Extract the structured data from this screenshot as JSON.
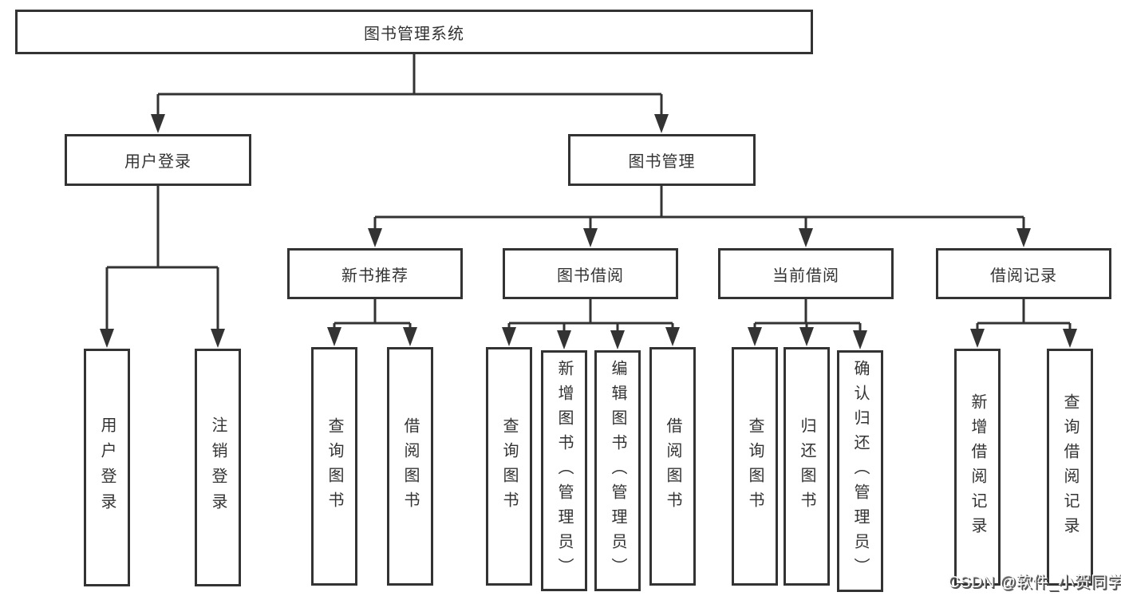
{
  "title": {
    "label": "图书管理系统"
  },
  "branches": {
    "user_login": {
      "label": "用户登录",
      "children": [
        {
          "label": "用户登录"
        },
        {
          "label": "注销登录"
        }
      ]
    },
    "book_management": {
      "label": "图书管理",
      "sections": [
        {
          "label": "新书推荐",
          "children": [
            {
              "label": "查询图书"
            },
            {
              "label": "借阅图书"
            }
          ]
        },
        {
          "label": "图书借阅",
          "children": [
            {
              "label": "查询图书"
            },
            {
              "label": "新增图书（管理员）"
            },
            {
              "label": "编辑图书（管理员）"
            },
            {
              "label": "借阅图书"
            }
          ]
        },
        {
          "label": "当前借阅",
          "children": [
            {
              "label": "查询图书"
            },
            {
              "label": "归还图书"
            },
            {
              "label": "确认归还（管理员）"
            }
          ]
        },
        {
          "label": "借阅记录",
          "children": [
            {
              "label": "新增借阅记录"
            },
            {
              "label": "查询借阅记录"
            }
          ]
        }
      ]
    }
  },
  "watermark": {
    "text": "CSDN @软件_小贺同学"
  },
  "colors": {
    "line": "#333333",
    "text": "#333333",
    "background": "#ffffff",
    "watermark_fill": "#f8f8f8",
    "watermark_shadow": "#4d4d4d"
  }
}
